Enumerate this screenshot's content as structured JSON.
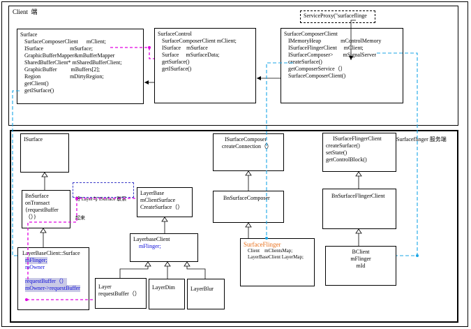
{
  "client_region": {
    "title": "Client  端",
    "surface": {
      "lines": [
        "Surface",
        "   SurfaceComposerClient      mClient;",
        "   ISurface                   mSurface;",
        "   GraphicBufferMapper&mBufferMapper",
        "   SharedBufferClient* mSharedBufferClient;",
        "   GraphicBuffer          mBuffers[2];",
        "   Region                     mDirtyRegion;",
        "",
        "   getClient()",
        "   getISurface()"
      ]
    },
    "surface_control": {
      "lines": [
        "SurfaceControl",
        "",
        "   SurfaceComposerClient mClient;",
        "   ISurface    mSurface",
        "   Surface     mSurfaceData;",
        "",
        "",
        "   getSurface()",
        "   getISurface()"
      ]
    },
    "surface_composer_client": {
      "lines": [
        "SurfaceComposerClient",
        "",
        "   IMemoryHeap              mControlMemory",
        "   ISurfaceFlingerClient     mClient;",
        "   ISurfaceComposer>       mSignalServer",
        "",
        "   createSurface()",
        "   getComposerService（）",
        "   SurfaceComposerClient()"
      ]
    },
    "service_proxy": "ServiceProxy(\"surfaceflinge"
  },
  "server_region": {
    "title": "Surfaceflinger 服务端",
    "isurface": "ISurface",
    "bn_surface": [
      "BnSurface",
      "onTransact",
      "{requestBuffer",
      "（）}"
    ],
    "note": [
      "将 Layer与 ISurface 联系",
      "起来"
    ],
    "layer_base": [
      "LayerBase",
      "mClientSurface",
      "CreateSurface（）"
    ],
    "isurface_composer": [
      "ISurfaceComposer",
      "createConnection（）"
    ],
    "bn_surface_composer": "BnSurfaceComposer",
    "isurface_flinger_client": [
      "ISurfaceFlingerClient",
      "",
      "createSurface()",
      "setState()",
      "getControlBlock()"
    ],
    "bn_surface_flinger_client": "BnSurfaceFlingerClient",
    "layer_base_client": {
      "title": "LayerbaseClient",
      "field": "mFlinger;"
    },
    "layer_base_client_surface": {
      "title": "LayerBaseClient::Surface",
      "fields": [
        "mFlinger;",
        "mOwner"
      ],
      "methods": [
        "requestBuffer（）",
        "mOwner->requestBuffer"
      ]
    },
    "layer": [
      "Layer",
      "",
      "requestBuffer（）"
    ],
    "layer_dim": "LayerDim",
    "layer_blur": "LayerBlur",
    "surface_flinger": {
      "title": "SurfaceFlinger",
      "lines": [
        "Client    mClientsMap;",
        "LayerBaseClient LayerMap;"
      ]
    },
    "bclient": [
      "BClient",
      "mFlinger",
      "mId"
    ]
  },
  "colors": {
    "blue_text": "#0b0bd9",
    "orange_text": "#e8701c",
    "magenta": "#e000e0",
    "cyan": "#19a6e6",
    "highlight": "#c9c9e6"
  }
}
